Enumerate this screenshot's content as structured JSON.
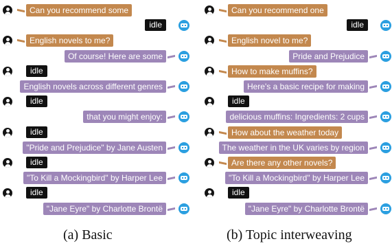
{
  "idle_label": "idle",
  "colors": {
    "user_bubble": "#c3884e",
    "bot_bubble": "#9d86b8",
    "idle_badge": "#111111",
    "bot_icon": "#2b9fe0",
    "user_icon": "#141414"
  },
  "icons": {
    "user": "user-icon",
    "bot": "bot-icon"
  },
  "panel_a": {
    "caption": "(a) Basic",
    "messages": [
      {
        "speaker": "user",
        "text": "Can you recommend some"
      },
      {
        "speaker": "bot",
        "text": "idle",
        "kind": "idle"
      },
      {
        "speaker": "user",
        "text": "English novels to me?"
      },
      {
        "speaker": "bot",
        "text": "Of course! Here are some"
      },
      {
        "speaker": "user",
        "text": "idle",
        "kind": "idle"
      },
      {
        "speaker": "bot",
        "text": "English novels across different genres"
      },
      {
        "speaker": "user",
        "text": "idle",
        "kind": "idle"
      },
      {
        "speaker": "bot",
        "text": "that you might enjoy:"
      },
      {
        "speaker": "user",
        "text": "idle",
        "kind": "idle"
      },
      {
        "speaker": "bot",
        "text": "\"Pride and Prejudice\" by Jane Austen"
      },
      {
        "speaker": "user",
        "text": "idle",
        "kind": "idle"
      },
      {
        "speaker": "bot",
        "text": "\"To Kill a Mockingbird\" by Harper Lee"
      },
      {
        "speaker": "user",
        "text": "idle",
        "kind": "idle"
      },
      {
        "speaker": "bot",
        "text": "\"Jane Eyre\" by Charlotte Brontë"
      }
    ]
  },
  "panel_b": {
    "caption": "(b) Topic interweaving",
    "messages": [
      {
        "speaker": "user",
        "text": "Can you recommend one"
      },
      {
        "speaker": "bot",
        "text": "idle",
        "kind": "idle"
      },
      {
        "speaker": "user",
        "text": "English novel to me?"
      },
      {
        "speaker": "bot",
        "text": "Pride and Prejudice"
      },
      {
        "speaker": "user",
        "text": "How to make muffins?"
      },
      {
        "speaker": "bot",
        "text": "Here's a basic recipe for making"
      },
      {
        "speaker": "user",
        "text": "idle",
        "kind": "idle"
      },
      {
        "speaker": "bot",
        "text": "delicious muffins: Ingredients: 2 cups"
      },
      {
        "speaker": "user",
        "text": "How about the weather today"
      },
      {
        "speaker": "bot",
        "text": "The weather in the UK varies by region"
      },
      {
        "speaker": "user",
        "text": "Are there any other novels?"
      },
      {
        "speaker": "bot",
        "text": "\"To Kill a Mockingbird\" by Harper Lee"
      },
      {
        "speaker": "user",
        "text": "idle",
        "kind": "idle"
      },
      {
        "speaker": "bot",
        "text": "\"Jane Eyre\" by Charlotte Brontë"
      }
    ]
  }
}
